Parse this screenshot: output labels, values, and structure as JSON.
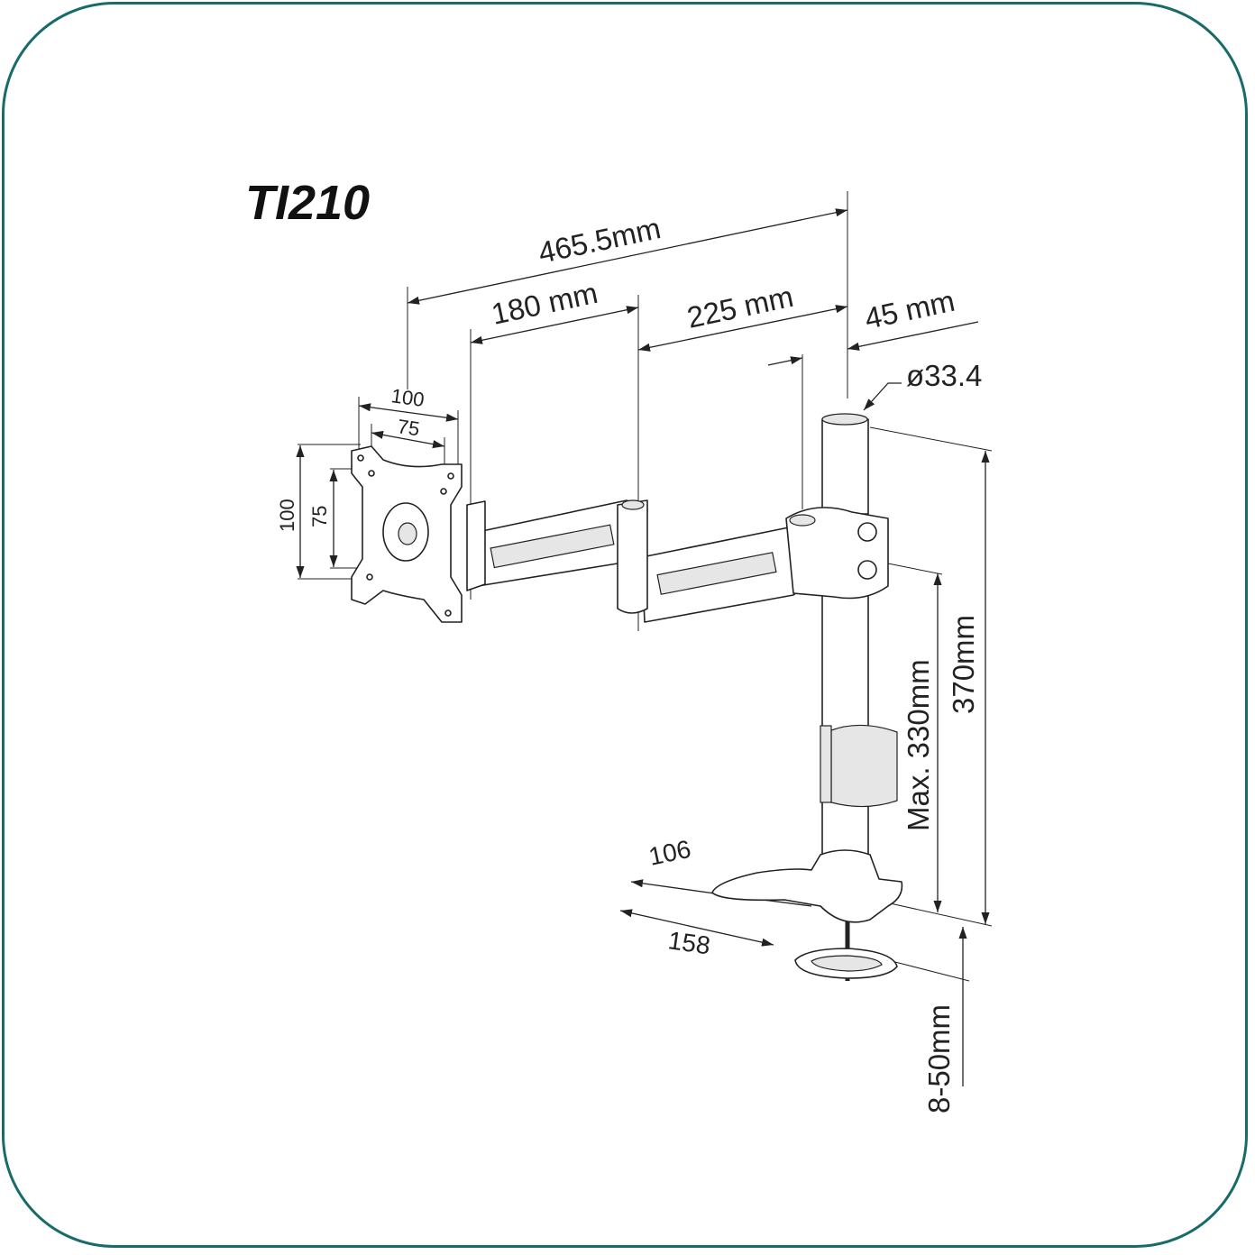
{
  "title": "TI210",
  "dimensions": {
    "total_reach": "465.5mm",
    "arm1": "180 mm",
    "arm2": "225 mm",
    "offset": "45 mm",
    "pole_diameter": "ø33.4",
    "vesa_outer_h": "100",
    "vesa_inner_h": "75",
    "vesa_outer_v": "100",
    "vesa_inner_v": "75",
    "max_height": "Max. 330mm",
    "pole_height": "370mm",
    "base_width": "106",
    "base_depth": "158",
    "clamp_range": "8-50mm"
  },
  "colors": {
    "frame": "#176b6b",
    "line": "#222222"
  }
}
